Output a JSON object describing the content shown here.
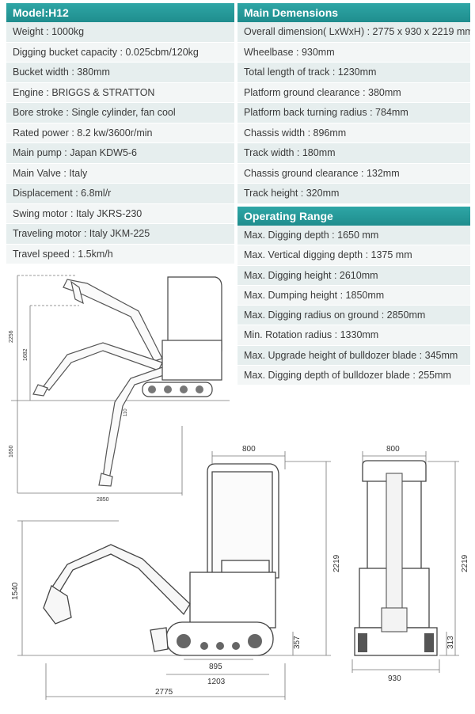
{
  "left_panel": {
    "title": "Model:H12",
    "rows": [
      "Weight : 1000kg",
      "Digging bucket capacity : 0.025cbm/120kg",
      "Bucket width : 380mm",
      "Engine : BRIGGS & STRATTON",
      "Bore stroke : Single cylinder, fan cool",
      "Rated power : 8.2 kw/3600r/min",
      "Main pump : Japan KDW5-6",
      "Main Valve : Italy",
      "Displacement : 6.8ml/r",
      "Swing motor : Italy JKRS-230",
      "Traveling motor : Italy JKM-225",
      "Travel speed : 1.5km/h"
    ]
  },
  "main_dimensions": {
    "title": "Main Demensions",
    "rows": [
      "Overall dimension( LxWxH) : 2775 x 930 x 2219 mm",
      "Wheelbase : 930mm",
      "Total length of track : 1230mm",
      "Platform ground clearance : 380mm",
      "Platform back turning radius : 784mm",
      "Chassis width : 896mm",
      "Track width : 180mm",
      "Chassis ground clearance : 132mm",
      "Track height : 320mm"
    ]
  },
  "operating_range": {
    "title": "Operating Range",
    "rows": [
      "Max. Digging depth : 1650 mm",
      "Max. Vertical digging depth : 1375 mm",
      "Max. Digging height : 2610mm",
      "Max. Dumping height : 1850mm",
      "Max. Digging radius on ground : 2850mm",
      "Min. Rotation radius : 1330mm",
      "Max. Upgrade height of bulldozer blade : 345mm",
      "Max. Digging depth of bulldozer blade : 255mm"
    ]
  },
  "range_diagram": {
    "dims": {
      "height": "2256",
      "dump": "1682",
      "depth": "1650",
      "radius": "2850",
      "blade": "110"
    }
  },
  "side_view": {
    "dims": {
      "top_width": "800",
      "height": "2219",
      "arm_height": "1540",
      "clearance": "357",
      "track": "895",
      "track_total": "1203",
      "length": "2775"
    }
  },
  "front_view": {
    "dims": {
      "top_width": "800",
      "height": "2219",
      "clearance": "313",
      "width": "930"
    }
  },
  "colors": {
    "header": "#2099a0",
    "row_odd": "#e6eeee",
    "row_even": "#f3f6f6"
  }
}
